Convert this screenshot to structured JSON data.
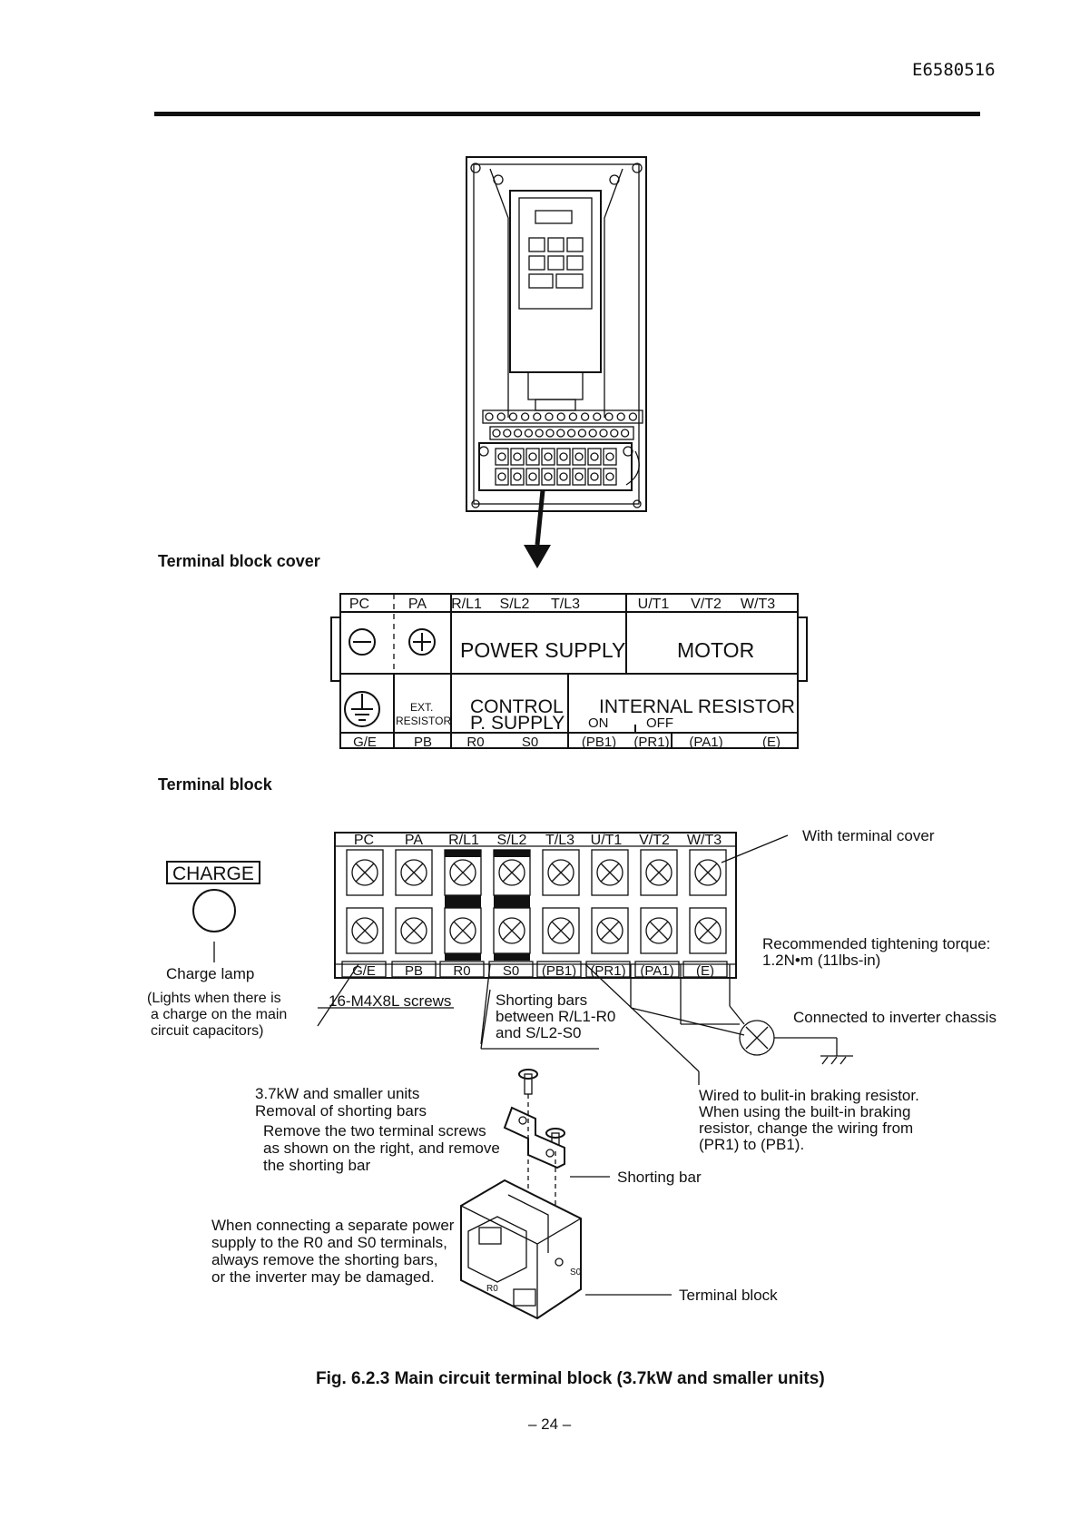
{
  "header": {
    "doc_code": "E6580516"
  },
  "labels": {
    "terminal_block_cover": "Terminal block cover",
    "terminal_block": "Terminal block",
    "figure_caption": "Fig. 6.2.3 Main circuit terminal block (3.7kW and smaller units)",
    "page_number": "– 24 –"
  },
  "cover": {
    "top_labels": [
      "PC",
      "PA",
      "R/L1",
      "S/L2",
      "T/L3",
      "U/T1",
      "V/T2",
      "W/T3"
    ],
    "minus": "⊖",
    "plus": "⊕",
    "power_supply": "POWER SUPPLY",
    "motor": "MOTOR",
    "ext": "EXT.",
    "resistor": "RESISTOR",
    "control": "CONTROL",
    "psupply": "P. SUPPLY",
    "internal_resistor": "INTERNAL RESISTOR",
    "on": "ON",
    "off": "OFF",
    "bottom_labels": [
      "G/E",
      "PB",
      "R0",
      "S0",
      "(PB1)",
      "(PR1)",
      "(PA1)",
      "(E)"
    ]
  },
  "block": {
    "top_labels": [
      "PC",
      "PA",
      "R/L1",
      "S/L2",
      "T/L3",
      "U/T1",
      "V/T2",
      "W/T3"
    ],
    "bottom_labels": [
      "G/E",
      "PB",
      "R0",
      "S0",
      "(PB1)",
      "(PR1)",
      "(PA1)",
      "(E)"
    ],
    "charge": "CHARGE",
    "charge_lamp": "Charge lamp",
    "charge_note": [
      "(Lights when there is",
      "a charge on the main",
      "circuit capacitors)"
    ],
    "screws": "16-M4X8L screws",
    "shorting_note": [
      "Shorting bars",
      "between R/L1-R0",
      "and S/L2-S0"
    ],
    "with_cover": "With terminal cover",
    "torque": [
      "Recommended tightening torque:",
      "1.2N•m (11lbs-in)"
    ],
    "chassis": "Connected to inverter chassis",
    "braking": [
      "Wired to bulit-in braking resistor.",
      "When using the built-in braking",
      "resistor, change the wiring from",
      "(PR1) to (PB1)."
    ]
  },
  "removal": {
    "title": [
      "3.7kW and smaller units",
      "Removal of shorting bars"
    ],
    "instr": [
      "Remove the two terminal screws",
      "as shown on the right, and remove",
      "the shorting bar"
    ],
    "warning": [
      "When connecting a separate power",
      "supply to the R0 and S0 terminals,",
      "always remove the shorting bars,",
      "or the inverter may be damaged."
    ],
    "shorting_bar": "Shorting bar",
    "terminal_block": "Terminal block",
    "r0": "R0",
    "s0": "S0"
  }
}
